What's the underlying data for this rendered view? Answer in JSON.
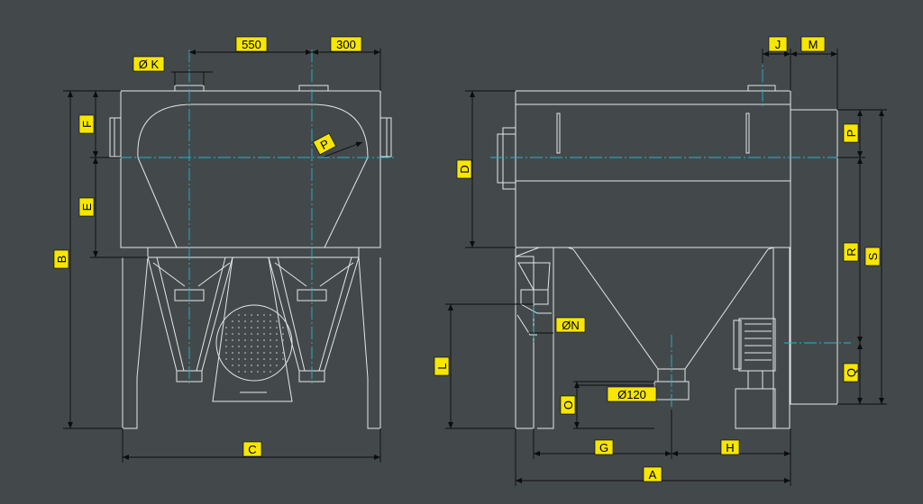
{
  "labels": {
    "dim_550": "550",
    "dim_300": "300",
    "dia_K": "Ø K",
    "P_radius": "P",
    "F": "F",
    "E": "E",
    "B": "B",
    "C": "C",
    "J": "J",
    "M": "M",
    "D": "D",
    "P": "P",
    "R": "R",
    "S": "S",
    "Q": "Q",
    "dia_N": "ØN",
    "L": "L",
    "dia_120": "Ø120",
    "O": "O",
    "G": "G",
    "H": "H",
    "A": "A"
  },
  "colors": {
    "background": "#43494b",
    "outline": "#e6e6e6",
    "centerline": "#21b5cf",
    "dimension": "#0d0d0d",
    "label_fill": "#f7e600"
  }
}
